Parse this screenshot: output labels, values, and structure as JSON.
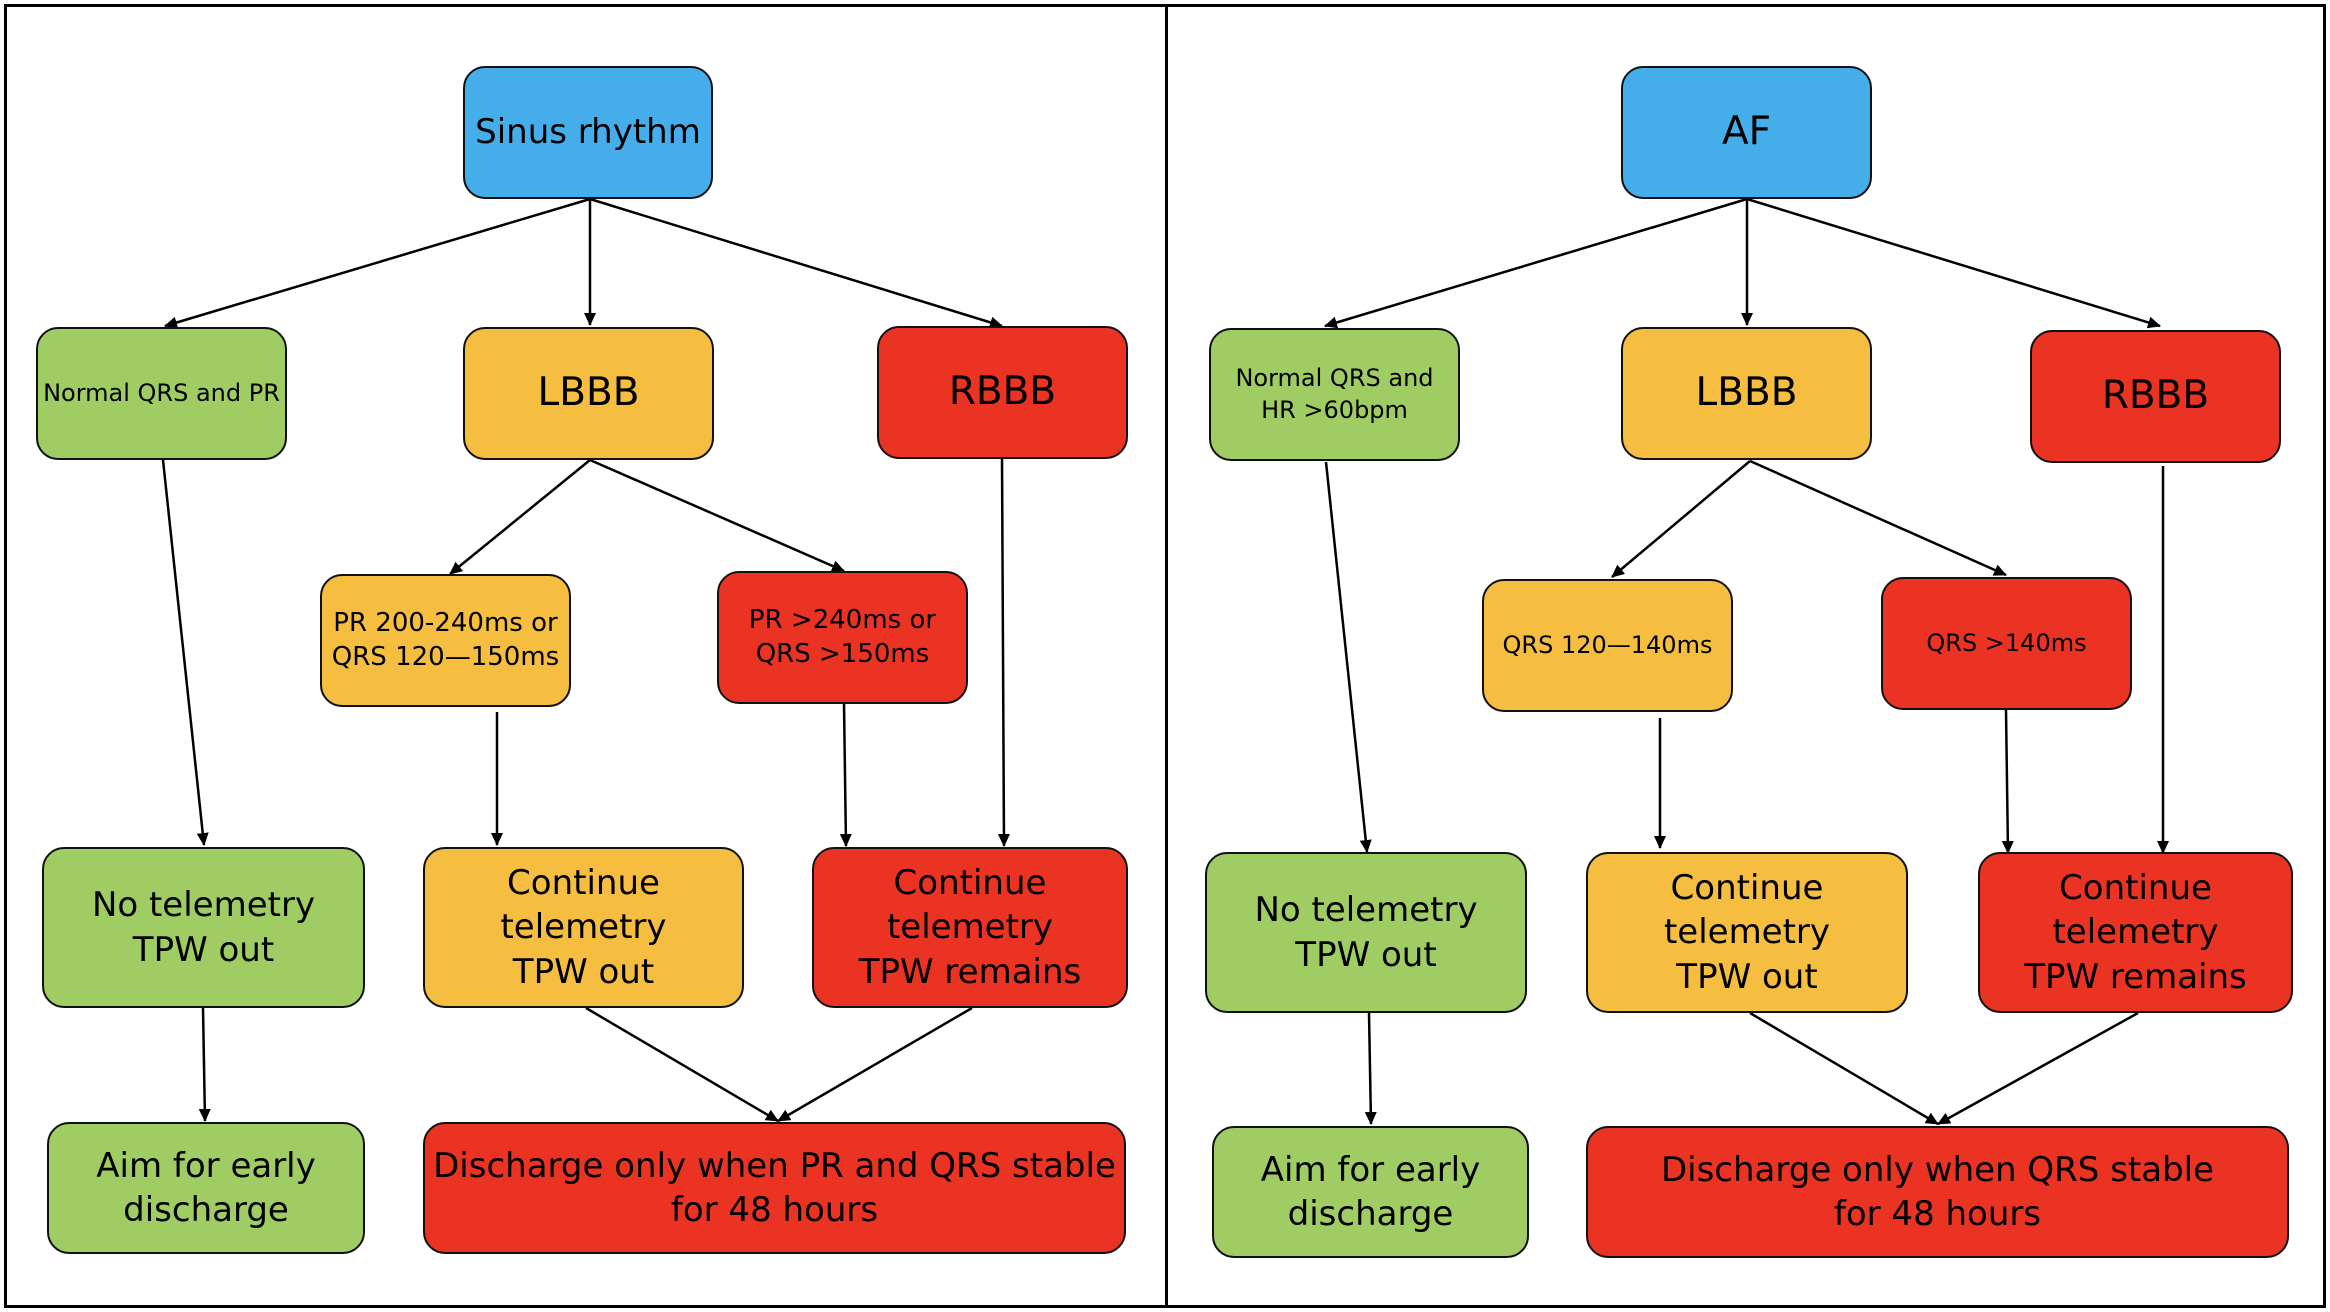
{
  "colors": {
    "rhythm": "#45aeea",
    "normal": "#a0cd63",
    "lbbb": "#f5be41",
    "rbbb": "#ea3323"
  },
  "panels": [
    {
      "nodes": {
        "rhythm": "Sinus rhythm",
        "normal": "Normal QRS and PR",
        "lbbb": "LBBB",
        "rbbb": "RBBB",
        "lbbb_mild": "PR 200-240ms or\nQRS 120—150ms",
        "lbbb_severe": "PR >240ms or\nQRS >150ms",
        "no_telemetry": "No telemetry\nTPW out",
        "continue_out": "Continue telemetry\nTPW out",
        "continue_remains": "Continue telemetry\nTPW remains",
        "early_discharge": "Aim for early\ndischarge",
        "discharge_stable": "Discharge only when PR and QRS stable\nfor 48 hours"
      }
    },
    {
      "nodes": {
        "rhythm": "AF",
        "normal": "Normal QRS and\nHR >60bpm",
        "lbbb": "LBBB",
        "rbbb": "RBBB",
        "lbbb_mild": "QRS 120—140ms",
        "lbbb_severe": "QRS >140ms",
        "no_telemetry": "No telemetry\nTPW out",
        "continue_out": "Continue telemetry\nTPW out",
        "continue_remains": "Continue telemetry\nTPW remains",
        "early_discharge": "Aim for early\ndischarge",
        "discharge_stable": "Discharge only when QRS stable\nfor 48 hours"
      }
    }
  ]
}
